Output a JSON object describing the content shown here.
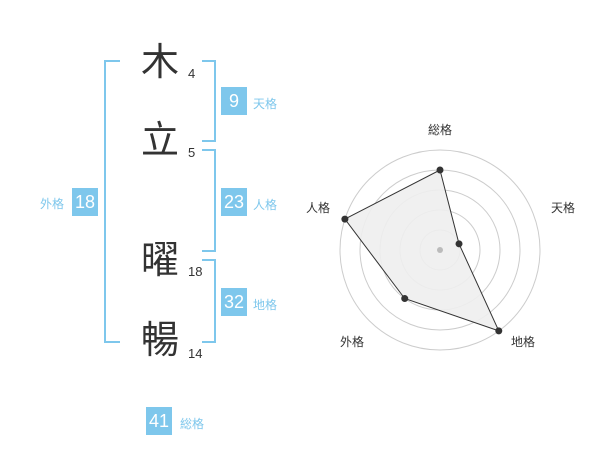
{
  "name": [
    {
      "char": "木",
      "strokes": "4"
    },
    {
      "char": "立",
      "strokes": "5"
    },
    {
      "char": "曜",
      "strokes": "18"
    },
    {
      "char": "暢",
      "strokes": "14"
    }
  ],
  "kaku": {
    "tenkaku": {
      "value": "9",
      "label": "天格"
    },
    "jinkaku": {
      "value": "23",
      "label": "人格"
    },
    "chikaku": {
      "value": "32",
      "label": "地格"
    },
    "gaikaku": {
      "value": "18",
      "label": "外格"
    },
    "soukaku": {
      "value": "41",
      "label": "総格"
    }
  },
  "radar": {
    "axes": [
      "総格",
      "天格",
      "地格",
      "外格",
      "人格"
    ],
    "values": [
      4,
      1,
      5,
      3,
      5
    ],
    "max": 5,
    "levels": 5
  },
  "colors": {
    "accent": "#7ec7ec",
    "text": "#333333",
    "grid": "#cccccc",
    "fill": "#eeeeee"
  }
}
